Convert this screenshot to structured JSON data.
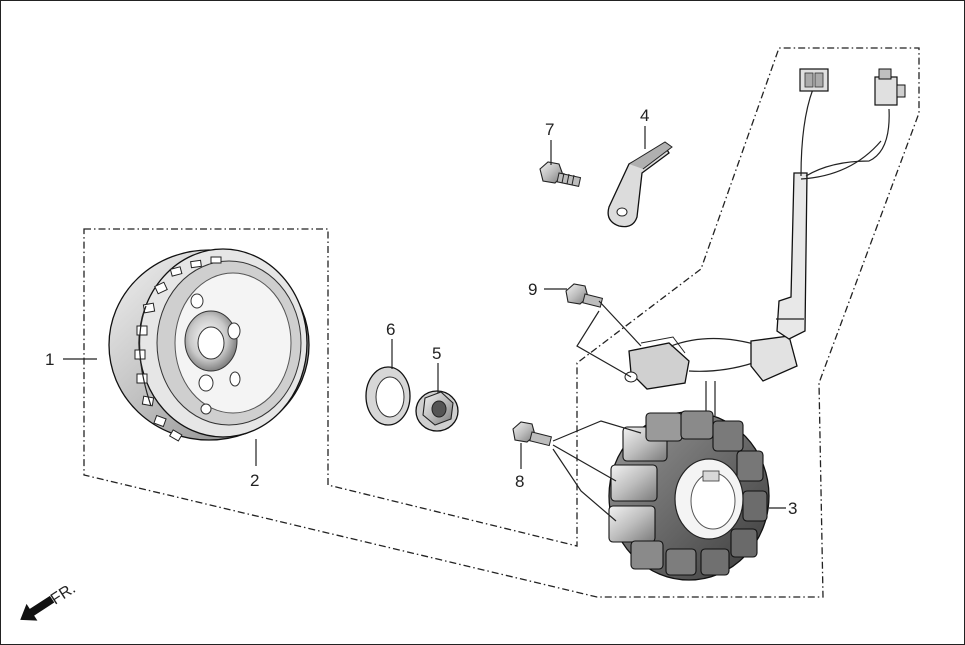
{
  "diagram": {
    "direction_label": "FR.",
    "direction_icon": "front-arrow-icon",
    "callouts": [
      {
        "id": "1",
        "label": "1"
      },
      {
        "id": "2",
        "label": "2"
      },
      {
        "id": "3",
        "label": "3"
      },
      {
        "id": "4",
        "label": "4"
      },
      {
        "id": "5",
        "label": "5"
      },
      {
        "id": "6",
        "label": "6"
      },
      {
        "id": "7",
        "label": "7"
      },
      {
        "id": "8",
        "label": "8"
      },
      {
        "id": "9",
        "label": "9"
      }
    ],
    "parts": [
      "flywheel-assembly",
      "flywheel-rotor",
      "stator-coil",
      "cable-clamp",
      "flange-nut",
      "washer",
      "clamp-bolt",
      "stator-bolt",
      "pickup-bolt"
    ]
  }
}
